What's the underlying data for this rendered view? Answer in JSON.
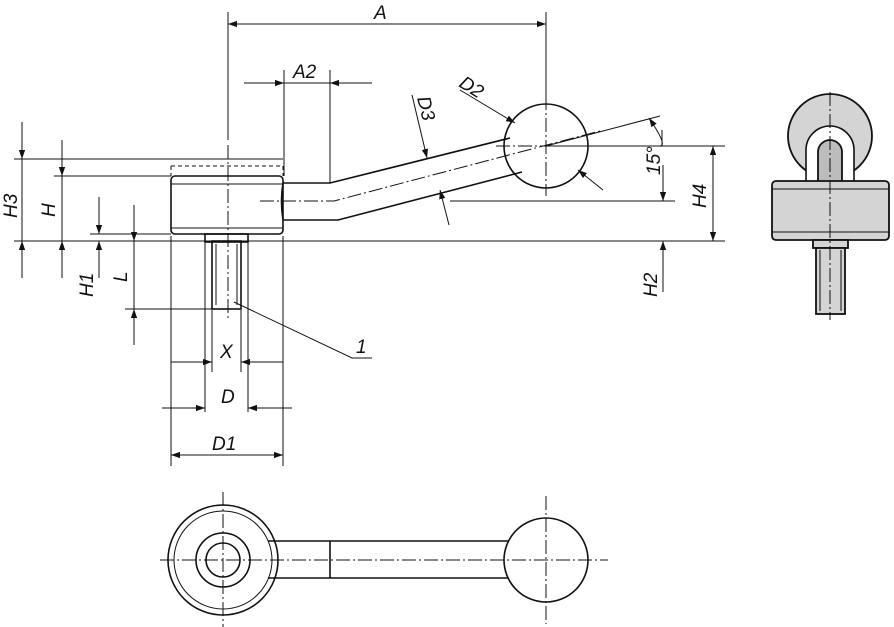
{
  "drawing": {
    "labels": {
      "A": "A",
      "A2": "A2",
      "D2": "D2",
      "D3": "D3",
      "angle": "15°",
      "H3": "H3",
      "H": "H",
      "H1": "H1",
      "L": "L",
      "H4": "H4",
      "H2": "H2",
      "X": "X",
      "D": "D",
      "D1": "D1",
      "callout": "1"
    }
  }
}
